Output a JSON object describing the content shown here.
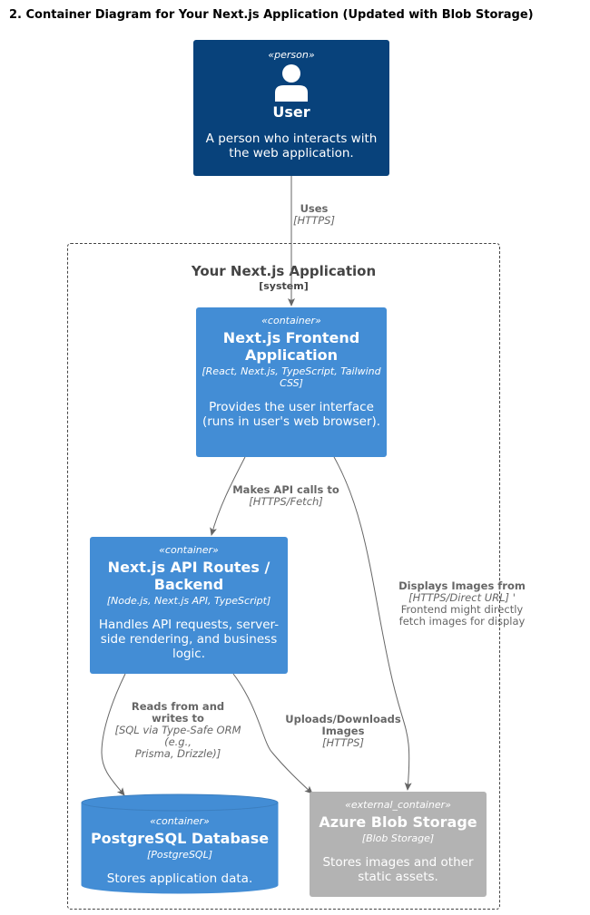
{
  "title": "2. Container Diagram for Your Next.js Application (Updated with Blob Storage)",
  "boundary": {
    "name": "Your Next.js Application",
    "type": "[system]"
  },
  "nodes": {
    "user": {
      "stereotype": "«person»",
      "name": "User",
      "description": "A person who interacts with the web application."
    },
    "frontend": {
      "stereotype": "«container»",
      "name": "Next.js Frontend Application",
      "technology": "[React, Next.js, TypeScript, Tailwind CSS]",
      "description": "Provides the user interface (runs in user's web browser)."
    },
    "api": {
      "stereotype": "«container»",
      "name": "Next.js API Routes / Backend",
      "technology": "[Node.js, Next.js API, TypeScript]",
      "description": "Handles API requests, server-side rendering, and business logic."
    },
    "db": {
      "stereotype": "«container»",
      "name": "PostgreSQL Database",
      "technology": "[PostgreSQL]",
      "description": "Stores application data."
    },
    "blob": {
      "stereotype": "«external_container»",
      "name": "Azure Blob Storage",
      "technology": "[Blob Storage]",
      "description": "Stores images and other static assets."
    }
  },
  "relations": {
    "uses": {
      "label": "Uses",
      "technology": "[HTTPS]"
    },
    "api_calls": {
      "label": "Makes API calls to",
      "technology": "[HTTPS/Fetch]"
    },
    "displays": {
      "label": "Displays Images from",
      "technology": "[HTTPS/Direct URL] '",
      "note_1": "Frontend might directly",
      "note_2": "fetch images for display"
    },
    "reads": {
      "label_1": "Reads from and",
      "label_2": "writes to",
      "technology_1": "[SQL via Type-Safe ORM",
      "technology_2": "(e.g.,",
      "technology_3": "Prisma, Drizzle)]"
    },
    "uploads": {
      "label_1": "Uploads/Downloads",
      "label_2": "Images",
      "technology": "[HTTPS]"
    }
  },
  "colors": {
    "person": "#08427b",
    "container": "#438dd5",
    "external": "#b3b3b3",
    "edge": "#666666"
  }
}
